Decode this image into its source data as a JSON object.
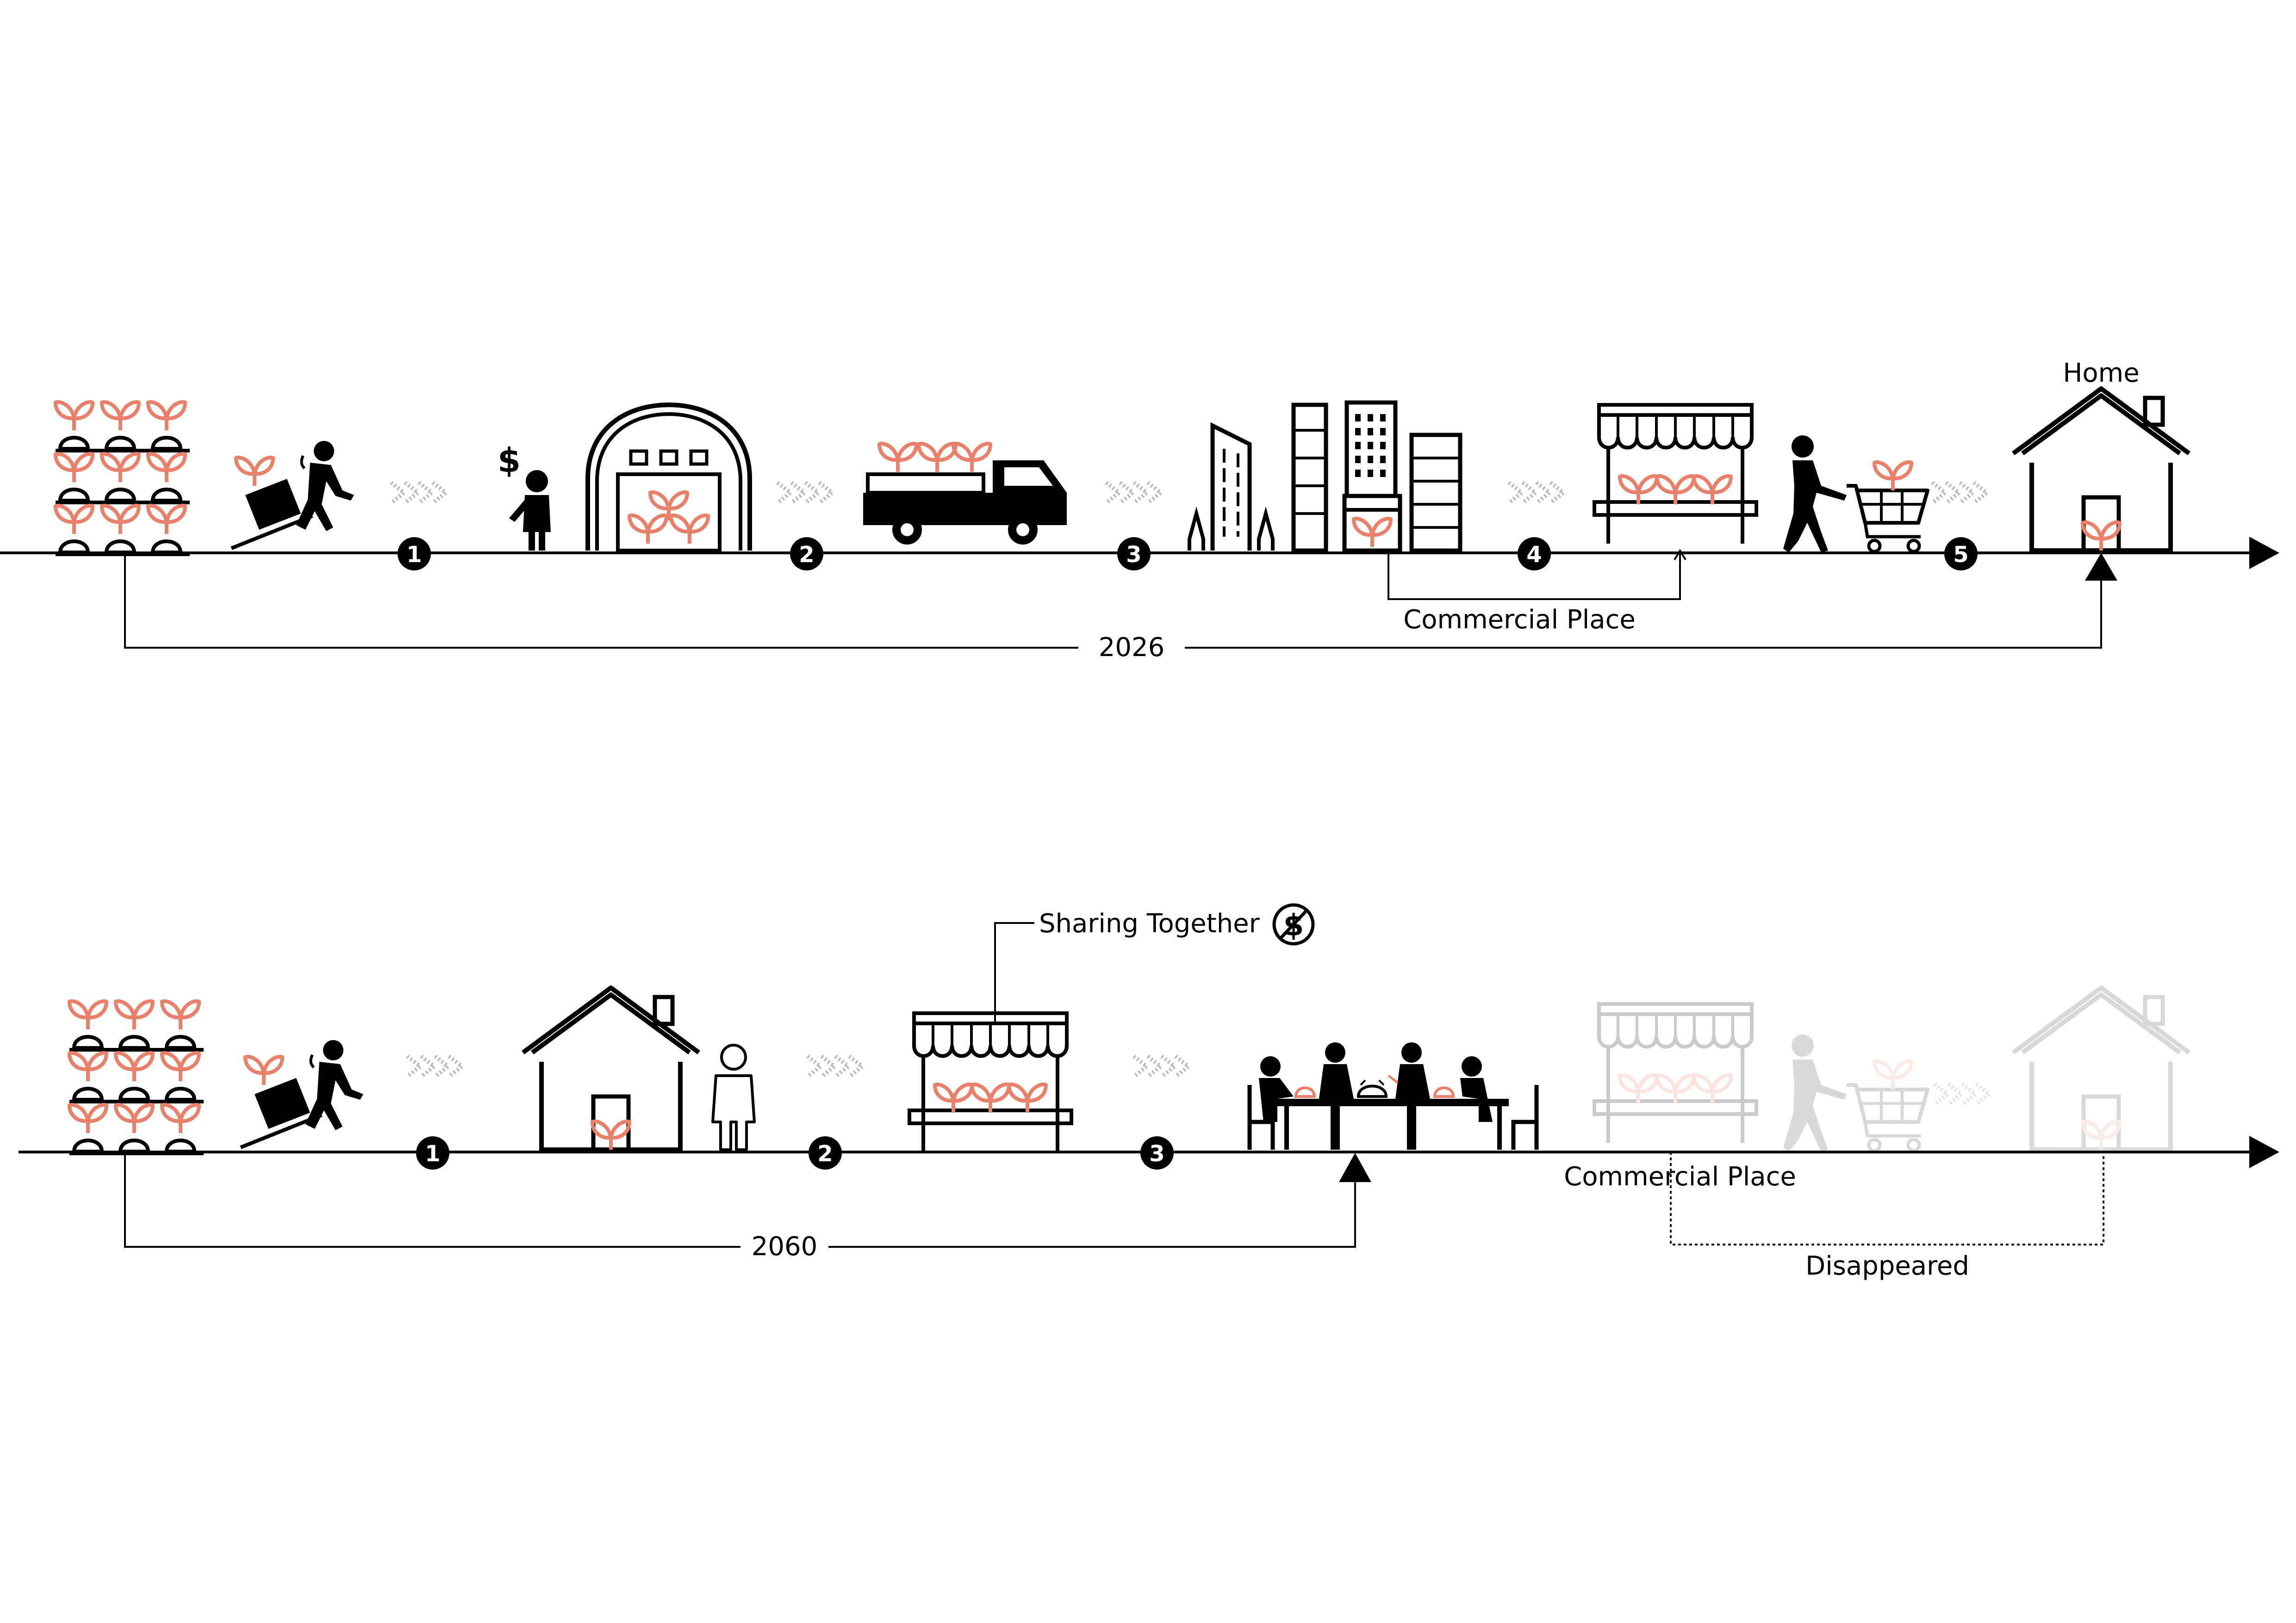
{
  "colors": {
    "ink": "#000000",
    "plant": "#E8806A",
    "chevron": "#BDBDBD",
    "faded": "#DDDDDD",
    "background": "#FFFFFF"
  },
  "timeline_2026": {
    "year": "2026",
    "home_label": "Home",
    "commercial_label": "Commercial Place",
    "steps": [
      "1",
      "2",
      "3",
      "4",
      "5"
    ],
    "icons": [
      "plant-shelves-icon",
      "worker-dolly-icon",
      "trader-dollar-icon",
      "warehouse-icon",
      "truck-icon",
      "city-buildings-icon",
      "market-stall-icon",
      "shopper-cart-icon",
      "home-icon"
    ]
  },
  "timeline_2060": {
    "year": "2060",
    "sharing_label": "Sharing Together",
    "no_money_symbol": "$",
    "commercial_label": "Commercial Place",
    "disappeared_label": "Disappeared",
    "steps": [
      "1",
      "2",
      "3"
    ],
    "icons": [
      "plant-shelves-icon",
      "worker-dolly-icon",
      "home-icon",
      "resident-icon",
      "market-stall-icon",
      "shared-dining-table-icon",
      "faded-market-stall-icon",
      "faded-shopper-cart-icon",
      "faded-home-icon"
    ]
  }
}
